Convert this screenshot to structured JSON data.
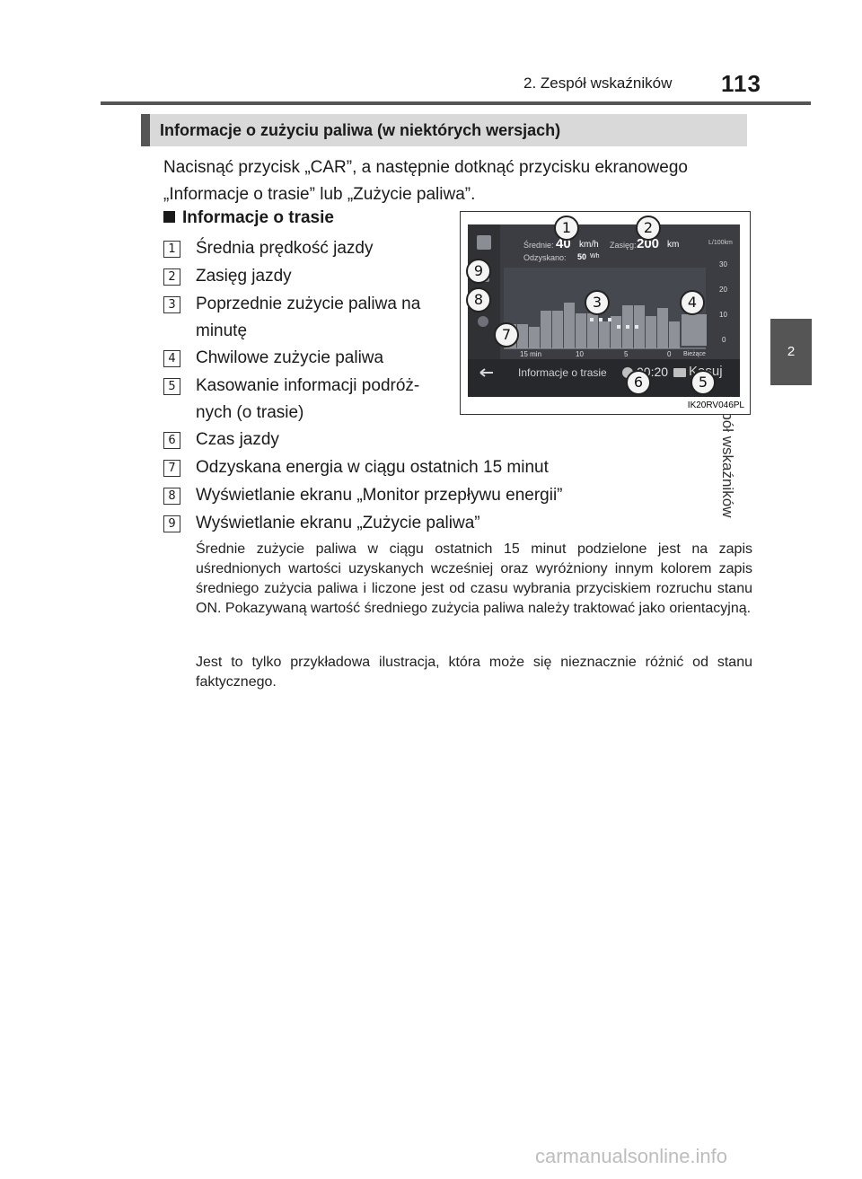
{
  "header": {
    "chapter": "2. Zespół wskaźników",
    "page": "113"
  },
  "side_tab": {
    "number": "2",
    "label": "Zespół wskaźników"
  },
  "section": {
    "title": "Informacje o zużyciu paliwa (w niektórych wersjach)"
  },
  "intro": [
    "Nacisnąć przycisk „CAR”, a następnie dotknąć przycisku ekranowego",
    "„Informacje o trasie” lub „Zużycie paliwa”."
  ],
  "subheading": "Informacje o trasie",
  "items": [
    {
      "n": "1",
      "lines": [
        "Średnia prędkość jazdy"
      ]
    },
    {
      "n": "2",
      "lines": [
        "Zasięg jazdy"
      ]
    },
    {
      "n": "3",
      "lines": [
        "Poprzednie zużycie paliwa na",
        "minutę"
      ]
    },
    {
      "n": "4",
      "lines": [
        "Chwilowe zużycie paliwa"
      ]
    },
    {
      "n": "5",
      "lines": [
        "Kasowanie informacji podróż-",
        "nych (o trasie)"
      ]
    },
    {
      "n": "6",
      "lines": [
        "Czas jazdy"
      ]
    },
    {
      "n": "7",
      "lines": [
        "Odzyskana energia w ciągu ostatnich 15 minut"
      ]
    },
    {
      "n": "8",
      "lines": [
        "Wyświetlanie ekranu „Monitor przepływu energii”"
      ]
    },
    {
      "n": "9",
      "lines": [
        "Wyświetlanie ekranu „Zużycie paliwa”"
      ]
    }
  ],
  "notes": [
    "Średnie zużycie paliwa w ciągu ostatnich 15 minut podzielone jest na zapis uśrednionych wartości uzyskanych wcześniej oraz wyróżniony innym kolorem zapis średniego zużycia paliwa i liczone jest od czasu wybrania przyciskiem rozruchu stanu ON. Pokazywaną wartość średniego zużycia paliwa należy traktować jako orientacyjną.",
    "Jest to tylko przykładowa ilustracja, która może się nieznacznie różnić od stanu faktycznego."
  ],
  "figure": {
    "code": "IK20RV046PL",
    "screen": {
      "avg_label": "Średnie:",
      "avg_value": "40",
      "avg_unit": "km/h",
      "range_label": "Zasięg:",
      "range_value": "200",
      "range_unit": "km",
      "recovered_label": "Odzyskano:",
      "recovered_value": "50",
      "recovered_unit": "Wh",
      "unit_label": "L/100km",
      "y_ticks": [
        "30",
        "20",
        "10",
        "0"
      ],
      "x_ticks": [
        "15 min",
        "10",
        "5",
        "0"
      ],
      "current_label": "Bieżące",
      "title": "Informacje o trasie",
      "time": "00:20",
      "reset_label": "Kasuj"
    },
    "callouts": [
      "1",
      "2",
      "3",
      "4",
      "5",
      "6",
      "7",
      "8",
      "9"
    ],
    "history_bars": [
      9,
      9,
      8,
      14,
      14,
      17,
      13,
      13,
      10,
      12,
      16,
      16,
      12,
      15,
      10
    ]
  },
  "watermark": "carmanualsonline.info"
}
